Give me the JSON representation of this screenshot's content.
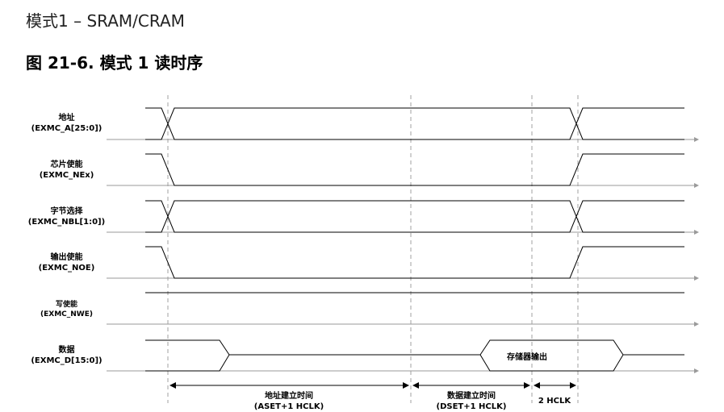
{
  "heading": "模式1 – SRAM/CRAM",
  "figure_title": "图 21-6. 模式 1 读时序",
  "signals": [
    {
      "name": "地址",
      "pin": "(EXMC_A[25:0])"
    },
    {
      "name": "芯片使能",
      "pin": "(EXMC_NEx)"
    },
    {
      "name": "字节选择",
      "pin": "(EXMC_NBL[1:0])"
    },
    {
      "name": "输出使能",
      "pin": "(EXMC_NOE)"
    },
    {
      "name": "写使能",
      "pin": "(EXMC_NWE)"
    },
    {
      "name": "数据",
      "pin": "(EXMC_D[15:0])"
    }
  ],
  "data_output_label": "存储器输出",
  "intervals": [
    {
      "name": "地址建立时间",
      "detail": "(ASET+1 HCLK)"
    },
    {
      "name": "数据建立时间",
      "detail": "(DSET+1 HCLK)"
    },
    {
      "name": "2 HCLK",
      "detail": ""
    }
  ],
  "colors": {
    "line": "#000000",
    "axis": "#9a9a9a",
    "guide": "#a0a0a0"
  }
}
